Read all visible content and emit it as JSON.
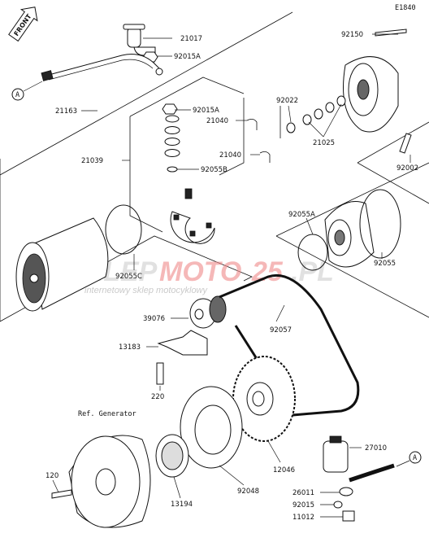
{
  "diagram_id": "E1840",
  "front_label": "FRONT",
  "connector_a": "A",
  "ref_label": "Ref. Generator",
  "watermark": {
    "brand_grey": "SKLEP",
    "brand_red": "MOTO",
    "brand_grey2": "25",
    "brand_tld": ".PL",
    "tagline": "internetowy sklep motocyklowy"
  },
  "parts": {
    "p21017": "21017",
    "p92015A_1": "92015A",
    "p92150": "92150",
    "p21163": "21163",
    "p92015A_2": "92015A",
    "p21040_1": "21040",
    "p92022": "92022",
    "p21039": "21039",
    "p21040_2": "21040",
    "p21025": "21025",
    "p92055B": "92055B",
    "p92002": "92002",
    "p92055A": "92055A",
    "p92055": "92055",
    "p92055C": "92055C",
    "p39076": "39076",
    "p92057": "92057",
    "p13183": "13183",
    "p220": "220",
    "p27010": "27010",
    "p12046": "12046",
    "p120": "120",
    "p13194": "13194",
    "p92048": "92048",
    "p26011": "26011",
    "p92015": "92015",
    "p11012": "11012"
  },
  "colors": {
    "line": "#111111",
    "watermark_red": "#f08a8a",
    "watermark_grey": "#c9c9c9"
  }
}
